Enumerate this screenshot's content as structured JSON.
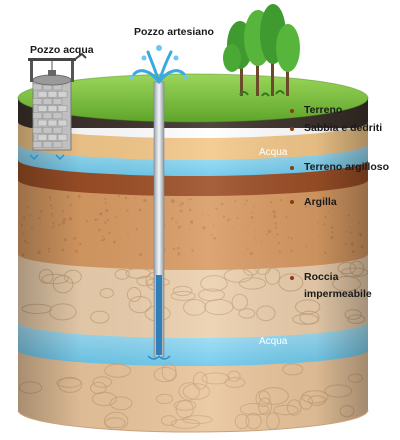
{
  "labels": {
    "well": "Pozzo acqua",
    "artesian": "Pozzo artesiano",
    "terreno": "Terreno",
    "sabbia": "Sabbia e dedriti",
    "acqua_top": "Acqua",
    "terreno_argilloso": "Terreno argilloso",
    "argilla": "Argilla",
    "roccia_line1": "Roccia",
    "roccia_line2": "impermeabile",
    "acqua_bottom": "Acqua"
  },
  "colors": {
    "grass": "#7cc13c",
    "soil_dark": "#3a2f2a",
    "sand": "#f2c98a",
    "water": "#7fd0ef",
    "clay_soil": "#a0522d",
    "clay": "#d89b66",
    "rock": "#e8c9a6",
    "pipe": "#d9dde2",
    "marker": "#8a3b12"
  }
}
